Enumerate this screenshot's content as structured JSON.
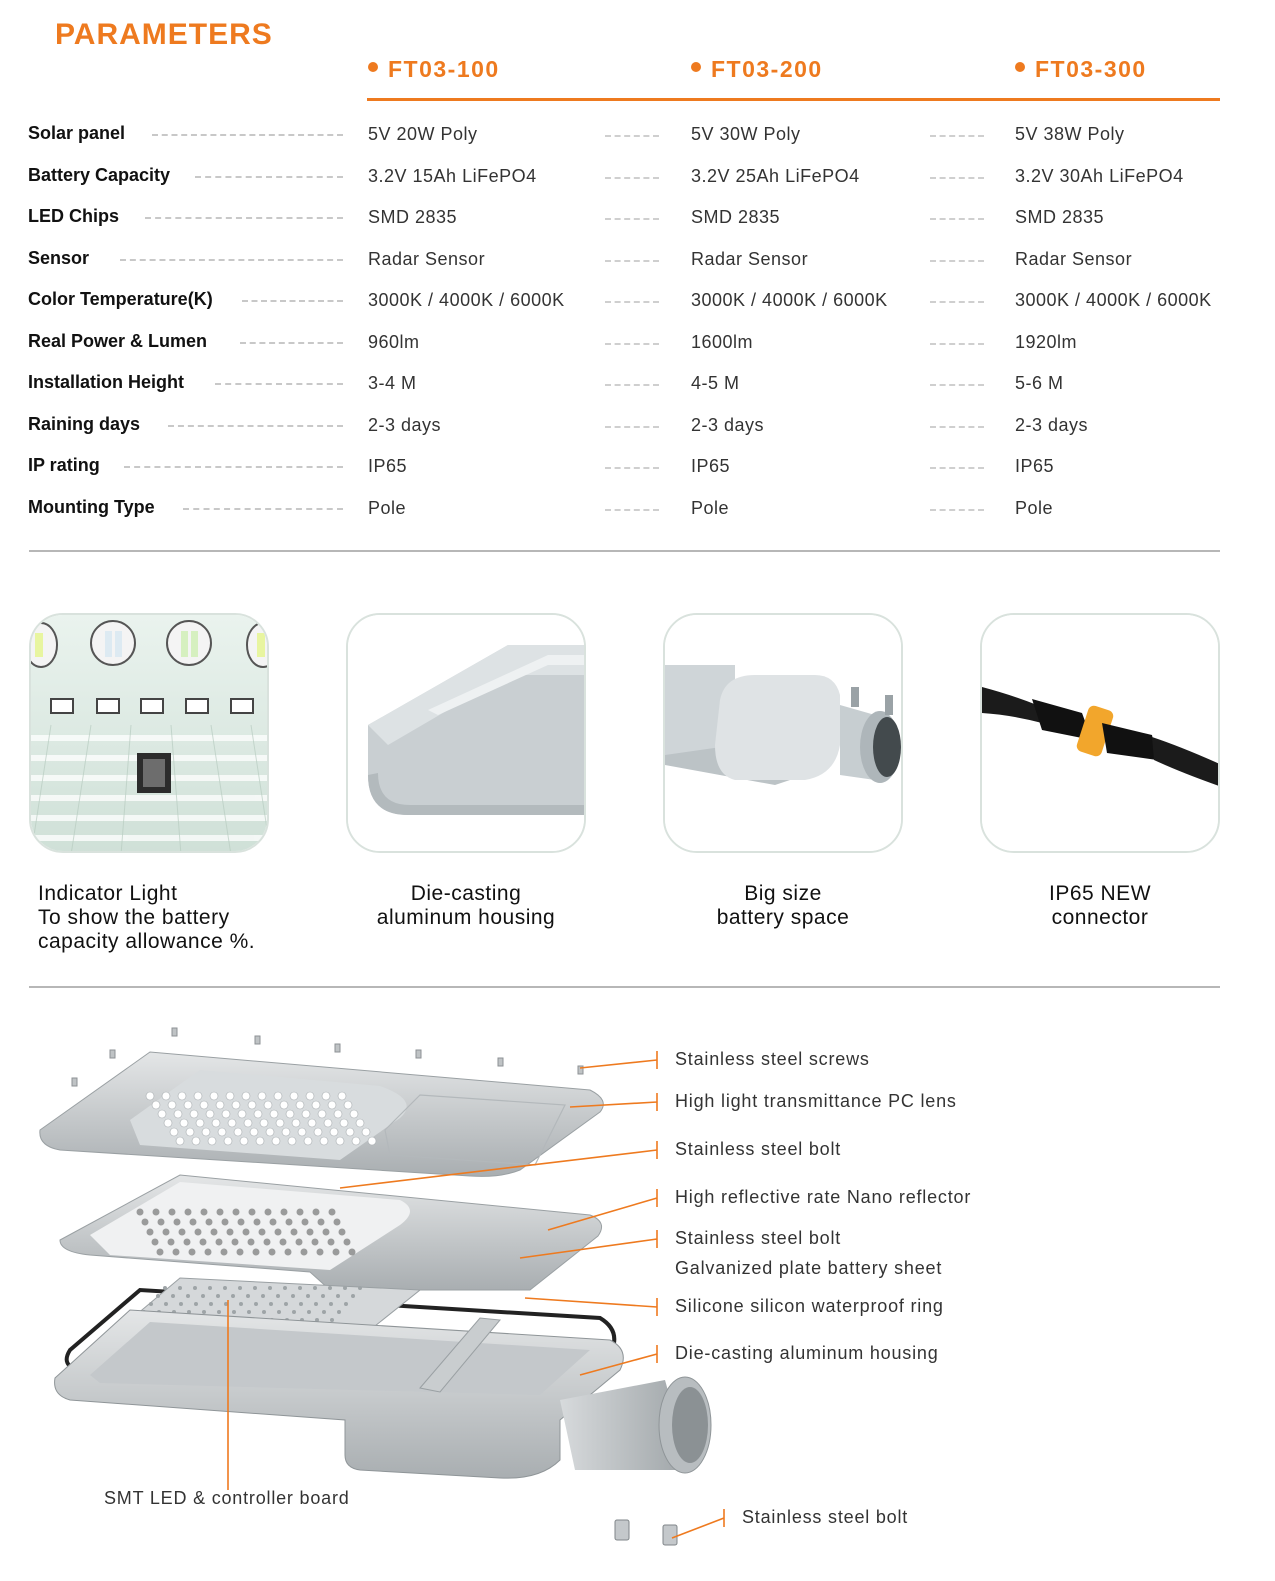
{
  "title": "PARAMETERS",
  "models": [
    "FT03-100",
    "FT03-200",
    "FT03-300"
  ],
  "specs": [
    {
      "label": "Solar panel",
      "values": [
        "5V  20W Poly",
        "5V  30W Poly",
        "5V  38W Poly"
      ]
    },
    {
      "label": "Battery Capacity",
      "values": [
        "3.2V 15Ah LiFePO4",
        "3.2V 25Ah LiFePO4",
        "3.2V 30Ah LiFePO4"
      ]
    },
    {
      "label": "LED Chips",
      "values": [
        "SMD 2835",
        "SMD 2835",
        "SMD 2835"
      ]
    },
    {
      "label": "Sensor",
      "values": [
        "Radar Sensor",
        "Radar Sensor",
        "Radar Sensor"
      ]
    },
    {
      "label": "Color Temperature(K)",
      "values": [
        "3000K / 4000K / 6000K",
        "3000K / 4000K / 6000K",
        "3000K / 4000K / 6000K"
      ]
    },
    {
      "label": "Real Power & Lumen",
      "values": [
        "960lm",
        "1600lm",
        "1920lm"
      ]
    },
    {
      "label": "Installation Height",
      "values": [
        "3-4 M",
        "4-5 M",
        "5-6 M"
      ]
    },
    {
      "label": "Raining days",
      "values": [
        "2-3 days",
        "2-3 days",
        "2-3 days"
      ]
    },
    {
      "label": "IP rating",
      "values": [
        "IP65",
        "IP65",
        "IP65"
      ]
    },
    {
      "label": "Mounting Type",
      "values": [
        "Pole",
        "Pole",
        "Pole"
      ]
    }
  ],
  "features": [
    {
      "lines": [
        "Indicator Light",
        "To show the battery",
        "capacity allowance %."
      ]
    },
    {
      "lines": [
        "Die-casting",
        "aluminum housing"
      ]
    },
    {
      "lines": [
        "Big size",
        "battery space"
      ]
    },
    {
      "lines": [
        "IP65 NEW",
        "connector"
      ]
    }
  ],
  "parts": [
    "Stainless steel screws",
    "High light transmittance PC lens",
    "Stainless steel bolt",
    "High reflective rate Nano reflector",
    "Stainless steel bolt",
    "Galvanized plate battery sheet",
    "Silicone silicon waterproof ring",
    "Die-casting aluminum housing",
    "SMT LED & controller board",
    "Stainless steel bolt"
  ],
  "colors": {
    "accent": "#ee7a1f",
    "rule": "#b7b7b7",
    "frame": "#d9e2dd"
  },
  "icons": [
    "indicator-light-icon",
    "housing-icon",
    "battery-space-icon",
    "connector-icon"
  ]
}
